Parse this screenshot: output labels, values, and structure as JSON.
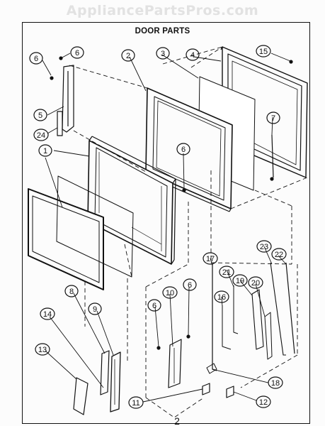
{
  "watermark": "AppliancePartsPros.com",
  "title": "DOOR PARTS",
  "page_mark": "2",
  "callouts": [
    {
      "id": "c1",
      "label": "1"
    },
    {
      "id": "c2",
      "label": "2"
    },
    {
      "id": "c3",
      "label": "3"
    },
    {
      "id": "c4",
      "label": "4"
    },
    {
      "id": "c5",
      "label": "5"
    },
    {
      "id": "c6a",
      "label": "6"
    },
    {
      "id": "c6b",
      "label": "6"
    },
    {
      "id": "c6c",
      "label": "6"
    },
    {
      "id": "c6d",
      "label": "6"
    },
    {
      "id": "c6e",
      "label": "6"
    },
    {
      "id": "c7",
      "label": "7"
    },
    {
      "id": "c8",
      "label": "8"
    },
    {
      "id": "c9",
      "label": "9"
    },
    {
      "id": "c10",
      "label": "10"
    },
    {
      "id": "c11",
      "label": "11"
    },
    {
      "id": "c12",
      "label": "12"
    },
    {
      "id": "c13",
      "label": "13"
    },
    {
      "id": "c14",
      "label": "14"
    },
    {
      "id": "c15",
      "label": "15"
    },
    {
      "id": "c16",
      "label": "16"
    },
    {
      "id": "c17",
      "label": "17"
    },
    {
      "id": "c18",
      "label": "18"
    },
    {
      "id": "c19",
      "label": "19"
    },
    {
      "id": "c20",
      "label": "20"
    },
    {
      "id": "c21",
      "label": "21"
    },
    {
      "id": "c22",
      "label": "22"
    },
    {
      "id": "c23",
      "label": "23"
    },
    {
      "id": "c24",
      "label": "24"
    }
  ]
}
